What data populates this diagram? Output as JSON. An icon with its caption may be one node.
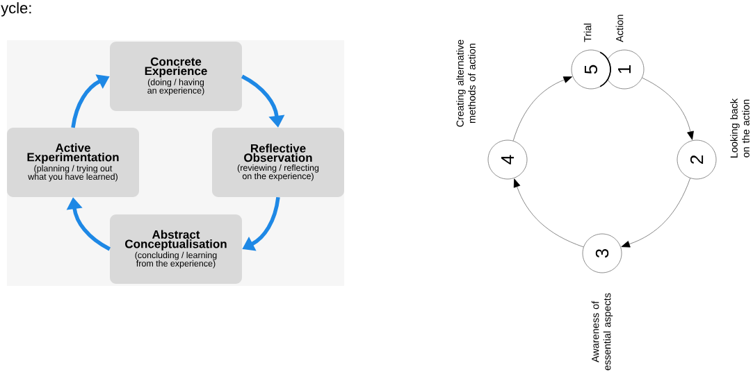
{
  "diagram": {
    "nodes": [
      {
        "text": [
          "Concrete Experience",
          "(doing / having an experience)"
        ]
      },
      {
        "text": [
          "Reflective Observation",
          "(reviewing / reflecting on the experience)"
        ]
      },
      {
        "text": [
          "Abstract Conceptualisation",
          "(concluding / learning from the experience)"
        ]
      },
      {
        "text": [
          "Active Experimentation",
          "(planning / trying out what you have learned)"
        ]
      },
      {
        "text": [
          "5"
        ],
        "beside": [
          "Trial"
        ]
      },
      {
        "text": [
          "1"
        ],
        "beside": [
          "Action"
        ]
      },
      {
        "text": [
          "2"
        ],
        "beside": [
          "Looking back on the action"
        ]
      },
      {
        "text": [
          "3"
        ],
        "beside": [
          "Awareness of essential aspects"
        ]
      },
      {
        "text": [
          "4"
        ],
        "beside": [
          "Creating alternative methods of action"
        ]
      }
    ],
    "edges": [
      {
        "from": 0,
        "to": 1,
        "arrow": "to",
        "style": "thick",
        "color": "#1e88e5"
      },
      {
        "from": 1,
        "to": 2,
        "arrow": "to",
        "style": "thick",
        "color": "#1e88e5"
      },
      {
        "from": 2,
        "to": 3,
        "arrow": "to",
        "style": "thick",
        "color": "#1e88e5"
      },
      {
        "from": 3,
        "to": 0,
        "arrow": "to",
        "style": "thick",
        "color": "#1e88e5"
      },
      {
        "from": 5,
        "to": 6,
        "arrow": "to",
        "color": "#555555"
      },
      {
        "from": 6,
        "to": 7,
        "arrow": "to",
        "color": "#555555"
      },
      {
        "from": 7,
        "to": 8,
        "arrow": "to",
        "color": "#555555"
      },
      {
        "from": 8,
        "to": 4,
        "arrow": "to",
        "color": "#555555"
      }
    ],
    "labels": [
      "ycle:"
    ]
  }
}
